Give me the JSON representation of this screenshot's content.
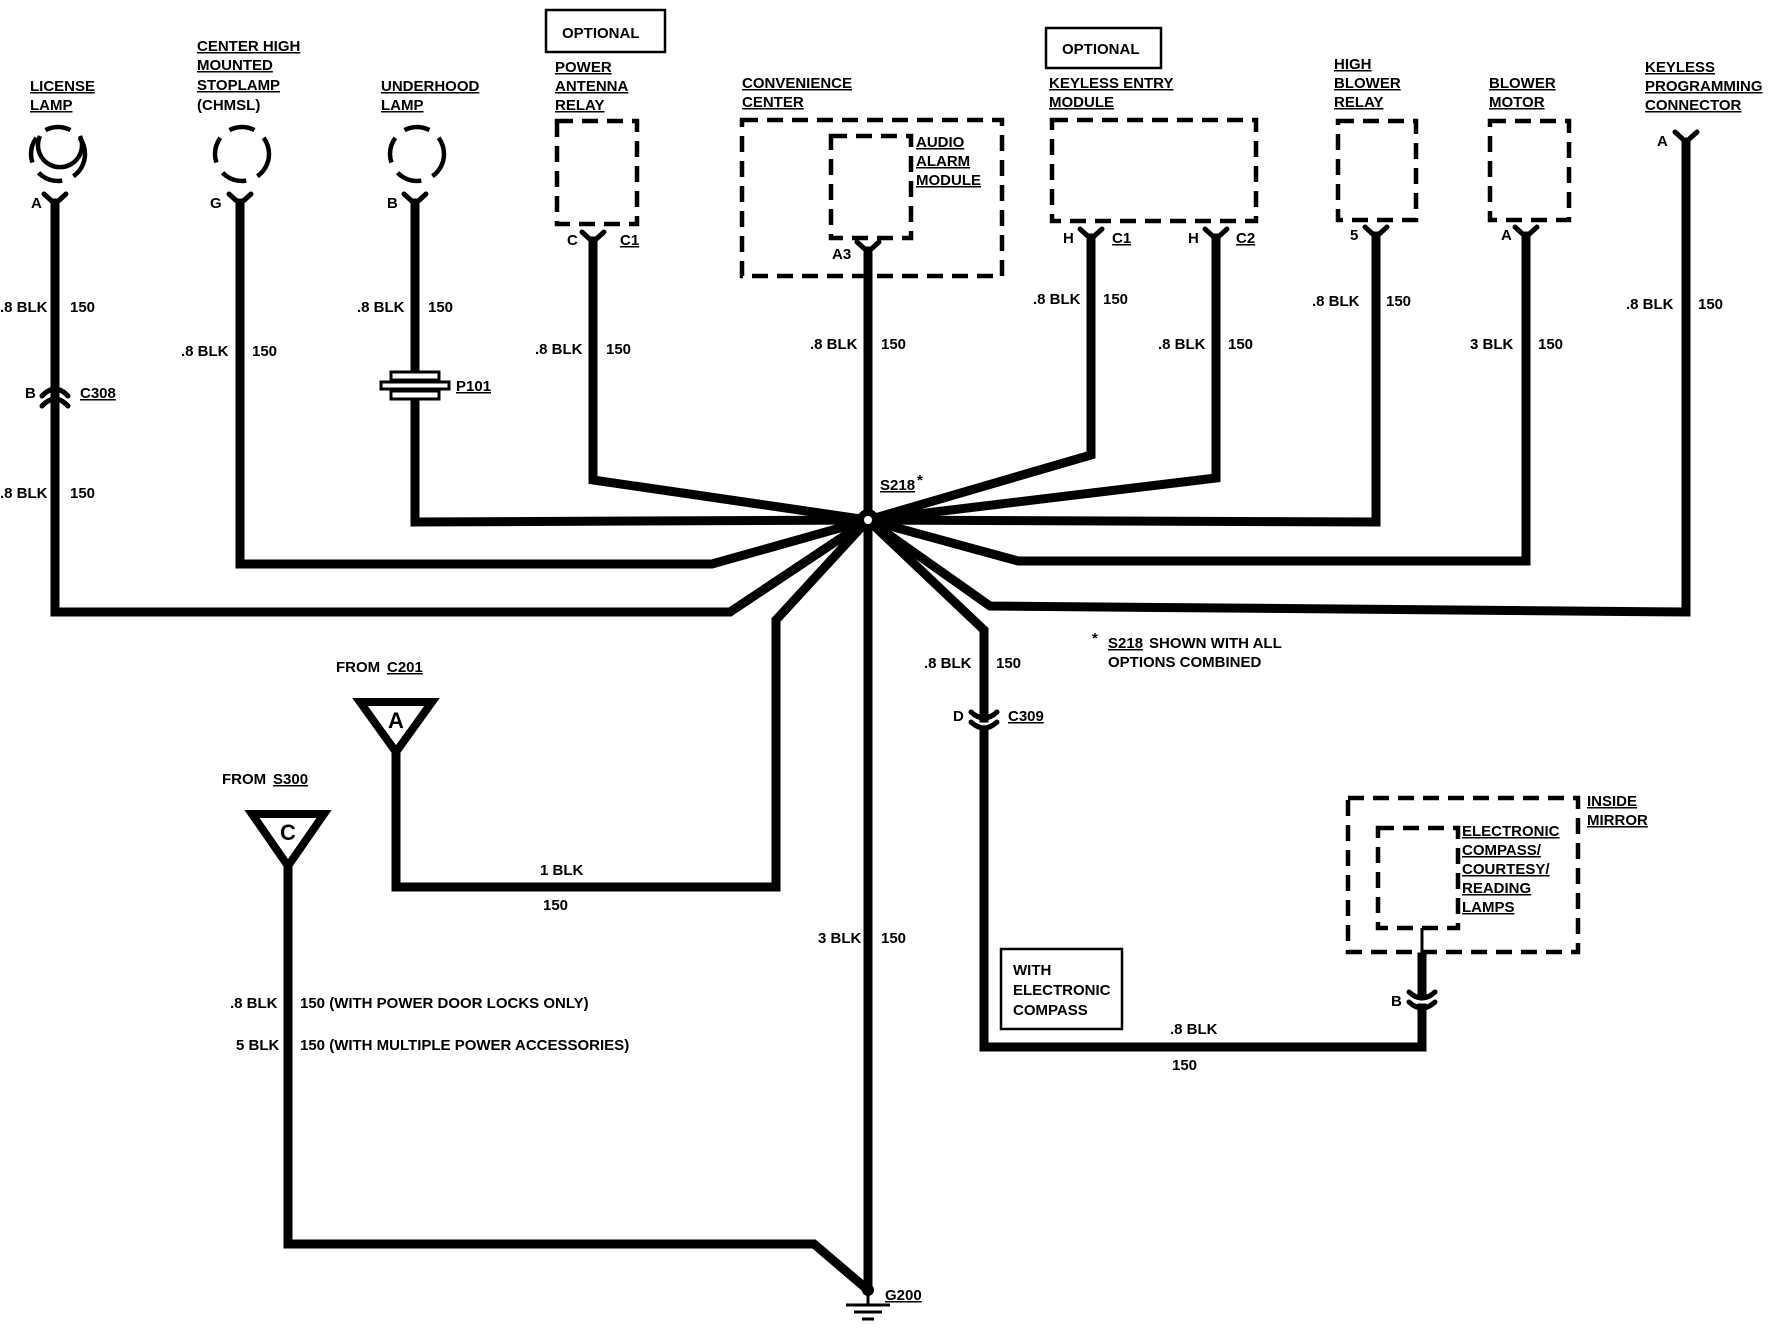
{
  "components": {
    "license_lamp": {
      "name_lines": [
        "LICENSE",
        "LAMP"
      ],
      "pin": "A",
      "wire_top": ".8 BLK",
      "circuit_top": "150",
      "connector": "C308",
      "connector_pin": "B",
      "wire_bottom": ".8 BLK",
      "circuit_bottom": "150"
    },
    "chmsl": {
      "name_lines": [
        "CENTER HIGH",
        "MOUNTED",
        "STOPLAMP",
        "(CHMSL)"
      ],
      "pin": "G",
      "wire": ".8 BLK",
      "circuit": "150"
    },
    "underhood_lamp": {
      "name_lines": [
        "UNDERHOOD",
        "LAMP"
      ],
      "pin": "B",
      "wire": ".8 BLK",
      "circuit": "150",
      "connector": "P101"
    },
    "power_antenna_relay": {
      "optional": "OPTIONAL",
      "name_lines": [
        "POWER",
        "ANTENNA",
        "RELAY"
      ],
      "pin": "C",
      "connector": "C1",
      "wire": ".8 BLK",
      "circuit": "150"
    },
    "convenience_center": {
      "name_lines": [
        "CONVENIENCE",
        "CENTER"
      ],
      "sub_lines": [
        "AUDIO",
        "ALARM",
        "MODULE"
      ],
      "pin": "A3",
      "wire": ".8 BLK",
      "circuit": "150"
    },
    "keyless_entry_module": {
      "optional": "OPTIONAL",
      "name_lines": [
        "KEYLESS ENTRY",
        "MODULE"
      ],
      "pin1": "H",
      "conn1": "C1",
      "pin2": "H",
      "conn2": "C2",
      "wire1": ".8 BLK",
      "circuit1": "150",
      "wire2": ".8 BLK",
      "circuit2": "150"
    },
    "high_blower_relay": {
      "name_lines": [
        "HIGH",
        "BLOWER",
        "RELAY"
      ],
      "pin": "5",
      "wire": ".8 BLK",
      "circuit": "150"
    },
    "blower_motor": {
      "name_lines": [
        "BLOWER",
        "MOTOR"
      ],
      "pin": "A",
      "wire": "3 BLK",
      "circuit": "150"
    },
    "keyless_programming": {
      "name_lines": [
        "KEYLESS",
        "PROGRAMMING",
        "CONNECTOR"
      ],
      "pin": "A",
      "wire": ".8 BLK",
      "circuit": "150"
    }
  },
  "splice": {
    "name": "S218",
    "mark": "*",
    "note_mark": "*",
    "note_name": "S218",
    "note_rest": "SHOWN WITH ALL",
    "note_line2": "OPTIONS COMBINED"
  },
  "from_c201": {
    "label": "FROM",
    "ref": "C201",
    "letter": "A",
    "wire": "1 BLK",
    "circuit": "150"
  },
  "from_s300": {
    "label": "FROM",
    "ref": "S300",
    "letter": "C",
    "wire1": ".8 BLK",
    "circuit1": "150 (WITH POWER DOOR LOCKS ONLY)",
    "wire2": "5 BLK",
    "circuit2": "150 (WITH MULTIPLE POWER ACCESSORIES)"
  },
  "ground_wire": {
    "wire": "3 BLK",
    "circuit": "150"
  },
  "ground": {
    "name": "G200"
  },
  "c309": {
    "connector": "C309",
    "pin": "D",
    "wire": ".8 BLK",
    "circuit": "150"
  },
  "mirror": {
    "outer_lines": [
      "INSIDE",
      "MIRROR"
    ],
    "inner_lines": [
      "ELECTRONIC",
      "COMPASS/",
      "COURTESY/",
      "READING",
      "LAMPS"
    ],
    "pin": "B",
    "note_lines": [
      "WITH",
      "ELECTRONIC",
      "COMPASS"
    ],
    "wire": ".8 BLK",
    "circuit": "150"
  }
}
